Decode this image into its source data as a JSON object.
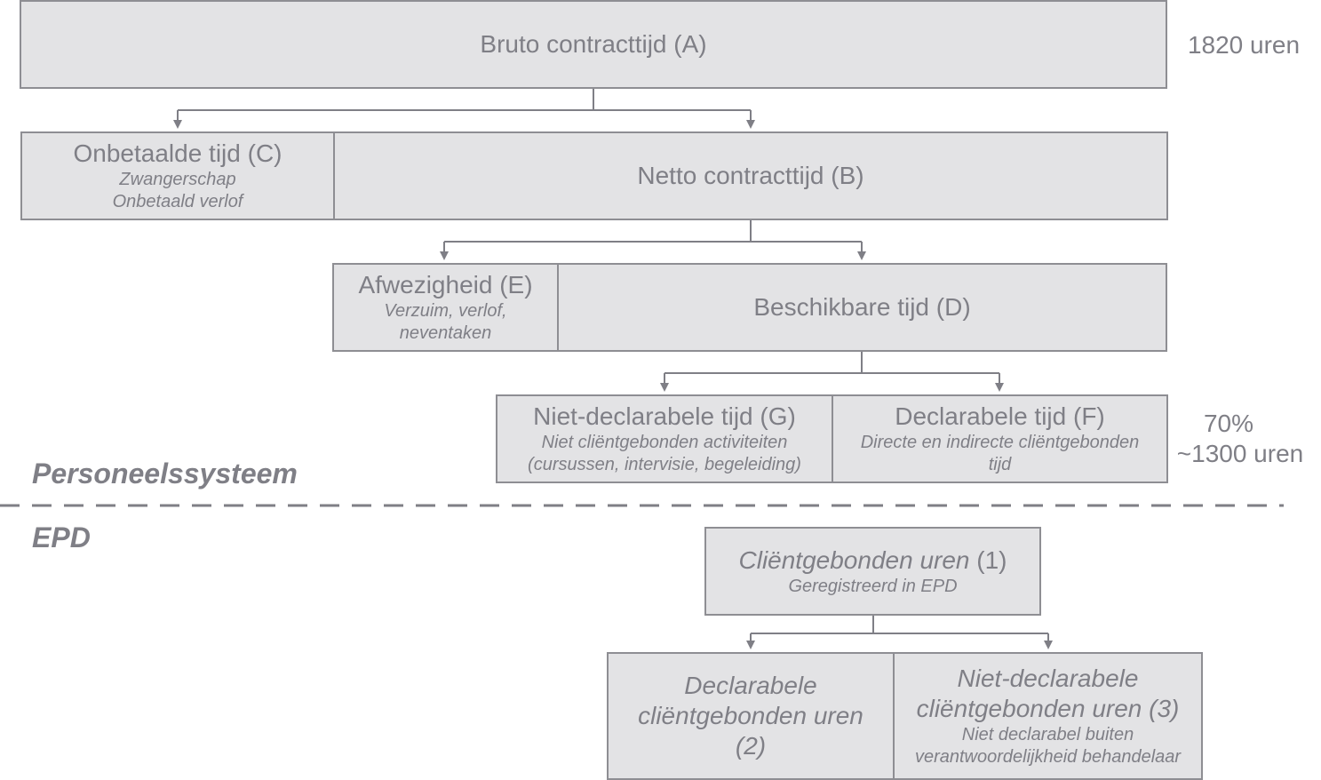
{
  "boxes": {
    "A": {
      "title": "Bruto contracttijd (A)"
    },
    "C": {
      "title": "Onbetaalde tijd (C)",
      "sub1": "Zwangerschap",
      "sub2": "Onbetaald verlof"
    },
    "B": {
      "title": "Netto contracttijd (B)"
    },
    "E": {
      "title": "Afwezigheid (E)",
      "sub1": "Verzuim, verlof,",
      "sub2": "neventaken"
    },
    "D": {
      "title": "Beschikbare tijd (D)"
    },
    "G": {
      "title": "Niet-declarabele tijd (G)",
      "sub1": "Niet cliëntgebonden activiteiten",
      "sub2": "(cursussen, intervisie, begeleiding)"
    },
    "F": {
      "title": "Declarabele tijd (F)",
      "sub1": "Directe en indirecte cliëntgebonden",
      "sub2": "tijd"
    },
    "one": {
      "title_italic": "Cliëntgebonden uren",
      "title_num": " (1)",
      "sub1": "Geregistreerd in EPD"
    },
    "two": {
      "line1": "Declarabele",
      "line2": "cliëntgebonden uren",
      "line3": "(2)"
    },
    "three": {
      "line1": "Niet-declarabele",
      "line2": "cliëntgebonden uren (3)",
      "sub1": "Niet declarabel buiten",
      "sub2": "verantwoordelijkheid behandelaar"
    }
  },
  "side_labels": {
    "hours_total": "1820 uren",
    "pct": "70%",
    "hours_billable": "~1300 uren"
  },
  "sections": {
    "top": "Personeelssysteem",
    "bottom": "EPD"
  }
}
